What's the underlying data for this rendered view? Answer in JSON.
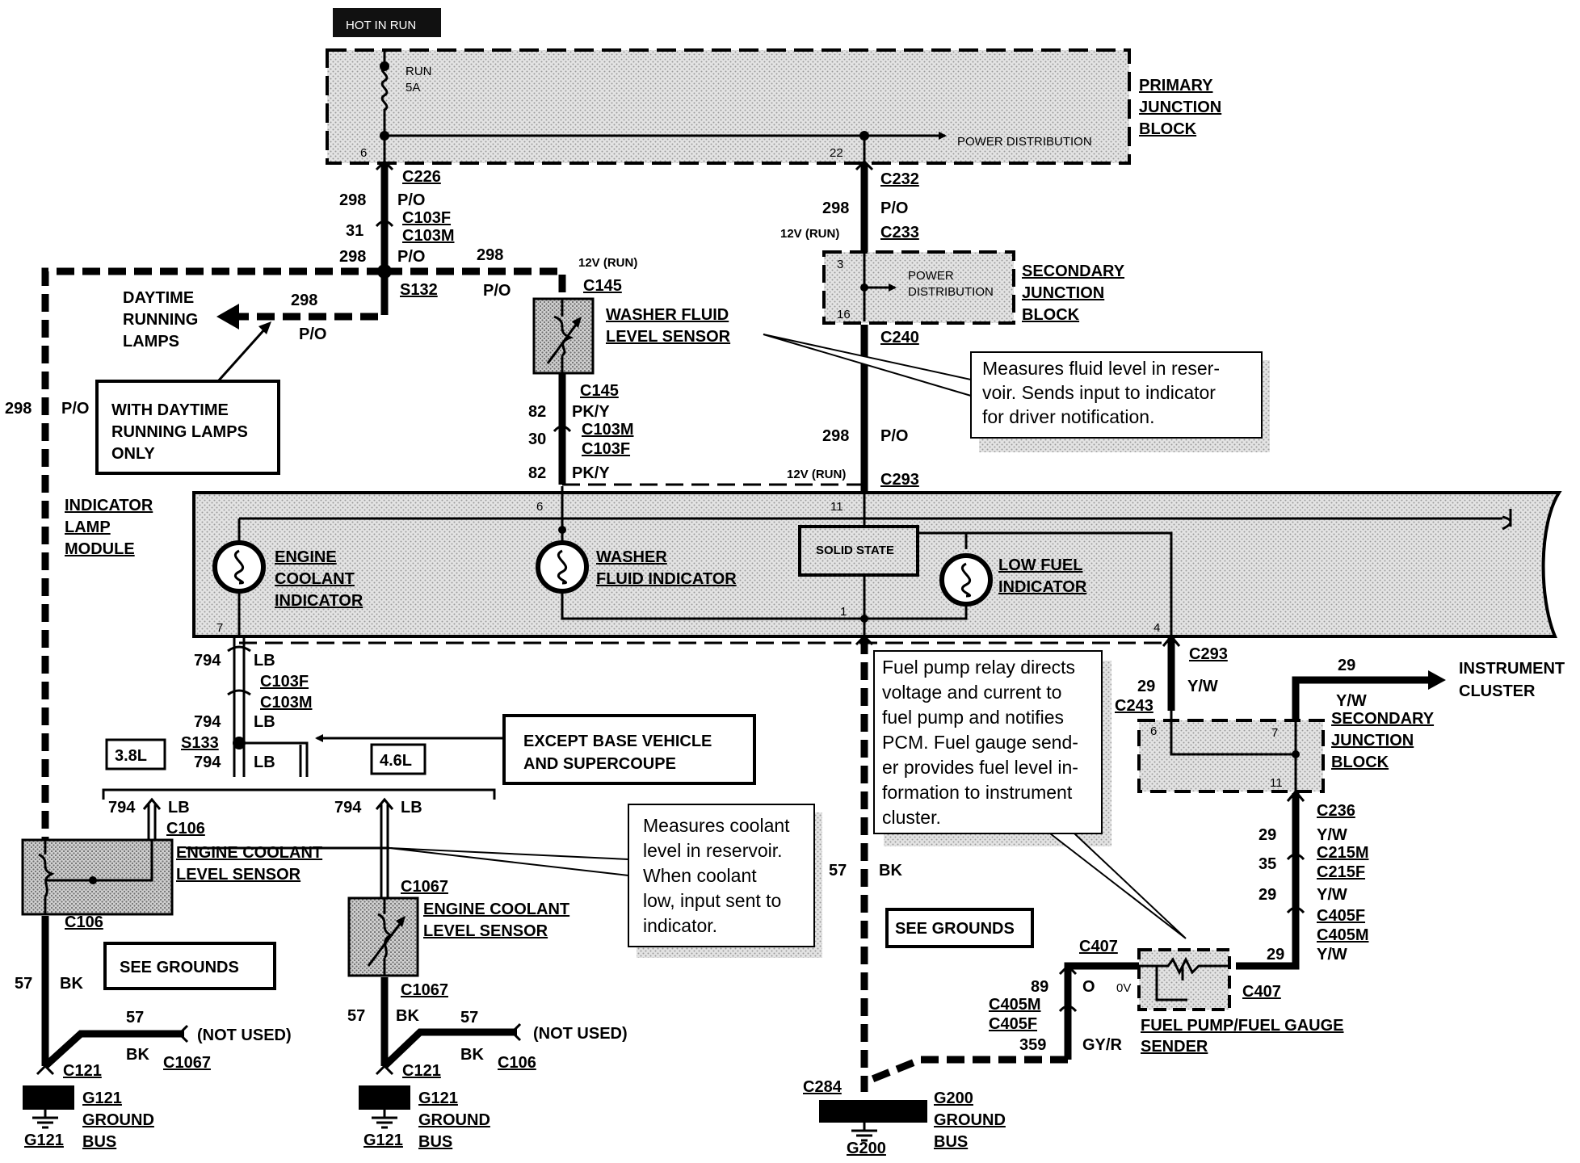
{
  "header": {
    "hot_in_run": "HOT IN RUN"
  },
  "primary_jb": {
    "title": [
      "PRIMARY",
      "JUNCTION",
      "BLOCK"
    ],
    "fuse": [
      "RUN",
      "5A"
    ],
    "power_distribution": "POWER DISTRIBUTION",
    "pins": [
      "6",
      "22"
    ]
  },
  "secondary_jb_top": {
    "title": [
      "SECONDARY",
      "JUNCTION",
      "BLOCK"
    ],
    "power_distribution": [
      "POWER",
      "DISTRIBUTION"
    ],
    "pins": [
      "3",
      "16"
    ]
  },
  "secondary_jb_bottom": {
    "title": [
      "SECONDARY",
      "JUNCTION",
      "BLOCK"
    ],
    "pins": [
      "6",
      "7",
      "11"
    ]
  },
  "connectors": {
    "c226": "C226",
    "c103f": "C103F",
    "c103m": "C103M",
    "s132": "S132",
    "c145": "C145",
    "c232": "C232",
    "c233": "C233",
    "c240": "C240",
    "c293": "C293",
    "c243": "C243",
    "c236": "C236",
    "c215m": "C215M",
    "c215f": "C215F",
    "c405f": "C405F",
    "c405m": "C405M",
    "c407": "C407",
    "c106": "C106",
    "c1067": "C1067",
    "c121": "C121",
    "c284": "C284",
    "s133": "S133"
  },
  "circuits": {
    "c298": "298",
    "c31": "31",
    "c82": "82",
    "c30": "30",
    "c794": "794",
    "c57": "57",
    "c29": "29",
    "c35": "35",
    "c89": "89",
    "c359": "359"
  },
  "colors": {
    "po": "P/O",
    "pky": "PK/Y",
    "lb": "LB",
    "bk": "BK",
    "yw": "Y/W",
    "o": "O",
    "gyr": "GY/R"
  },
  "voltages": {
    "v12run": "12V (RUN)",
    "v0": "0V"
  },
  "labels": {
    "daytime_running_lamps": [
      "DAYTIME",
      "RUNNING",
      "LAMPS"
    ],
    "with_drl_only": [
      "WITH DAYTIME",
      "RUNNING LAMPS",
      "ONLY"
    ],
    "washer_fluid_level_sensor": [
      "WASHER FLUID",
      "LEVEL SENSOR"
    ],
    "indicator_lamp_module": [
      "INDICATOR",
      "LAMP",
      "MODULE"
    ],
    "engine_coolant_indicator": [
      "ENGINE",
      "COOLANT",
      "INDICATOR"
    ],
    "washer_fluid_indicator": [
      "WASHER",
      "FLUID INDICATOR"
    ],
    "solid_state": "SOLID STATE",
    "low_fuel_indicator": [
      "LOW FUEL",
      "INDICATOR"
    ],
    "instrument_cluster": [
      "INSTRUMENT",
      "CLUSTER"
    ],
    "except_base": [
      "EXCEPT BASE VEHICLE",
      "AND SUPERCOUPE"
    ],
    "engine_38": "3.8L",
    "engine_46": "4.6L",
    "engine_coolant_level_sensor": [
      "ENGINE COOLANT",
      "LEVEL SENSOR"
    ],
    "see_grounds": "SEE GROUNDS",
    "not_used": "(NOT USED)",
    "fuel_pump_sender": [
      "FUEL PUMP/FUEL GAUGE",
      "SENDER"
    ],
    "g121_ground_bus": [
      "G121",
      "GROUND",
      "BUS"
    ],
    "g121": "G121",
    "g200_ground_bus": [
      "G200",
      "GROUND",
      "BUS"
    ],
    "g200": "G200",
    "module_pins": [
      "6",
      "11",
      "7",
      "1",
      "4"
    ]
  },
  "notes": {
    "washer_note": [
      "Measures fluid level in reser-",
      "voir. Sends input to indicator",
      "for driver notification."
    ],
    "fuel_note": [
      "Fuel pump relay directs",
      "voltage and current to",
      "fuel pump and notifies",
      "PCM. Fuel gauge send-",
      "er provides fuel level in-",
      "formation to instrument",
      "cluster."
    ],
    "coolant_note": [
      "Measures coolant",
      "level in reservoir.",
      "When coolant",
      "low, input sent to",
      "indicator."
    ]
  }
}
